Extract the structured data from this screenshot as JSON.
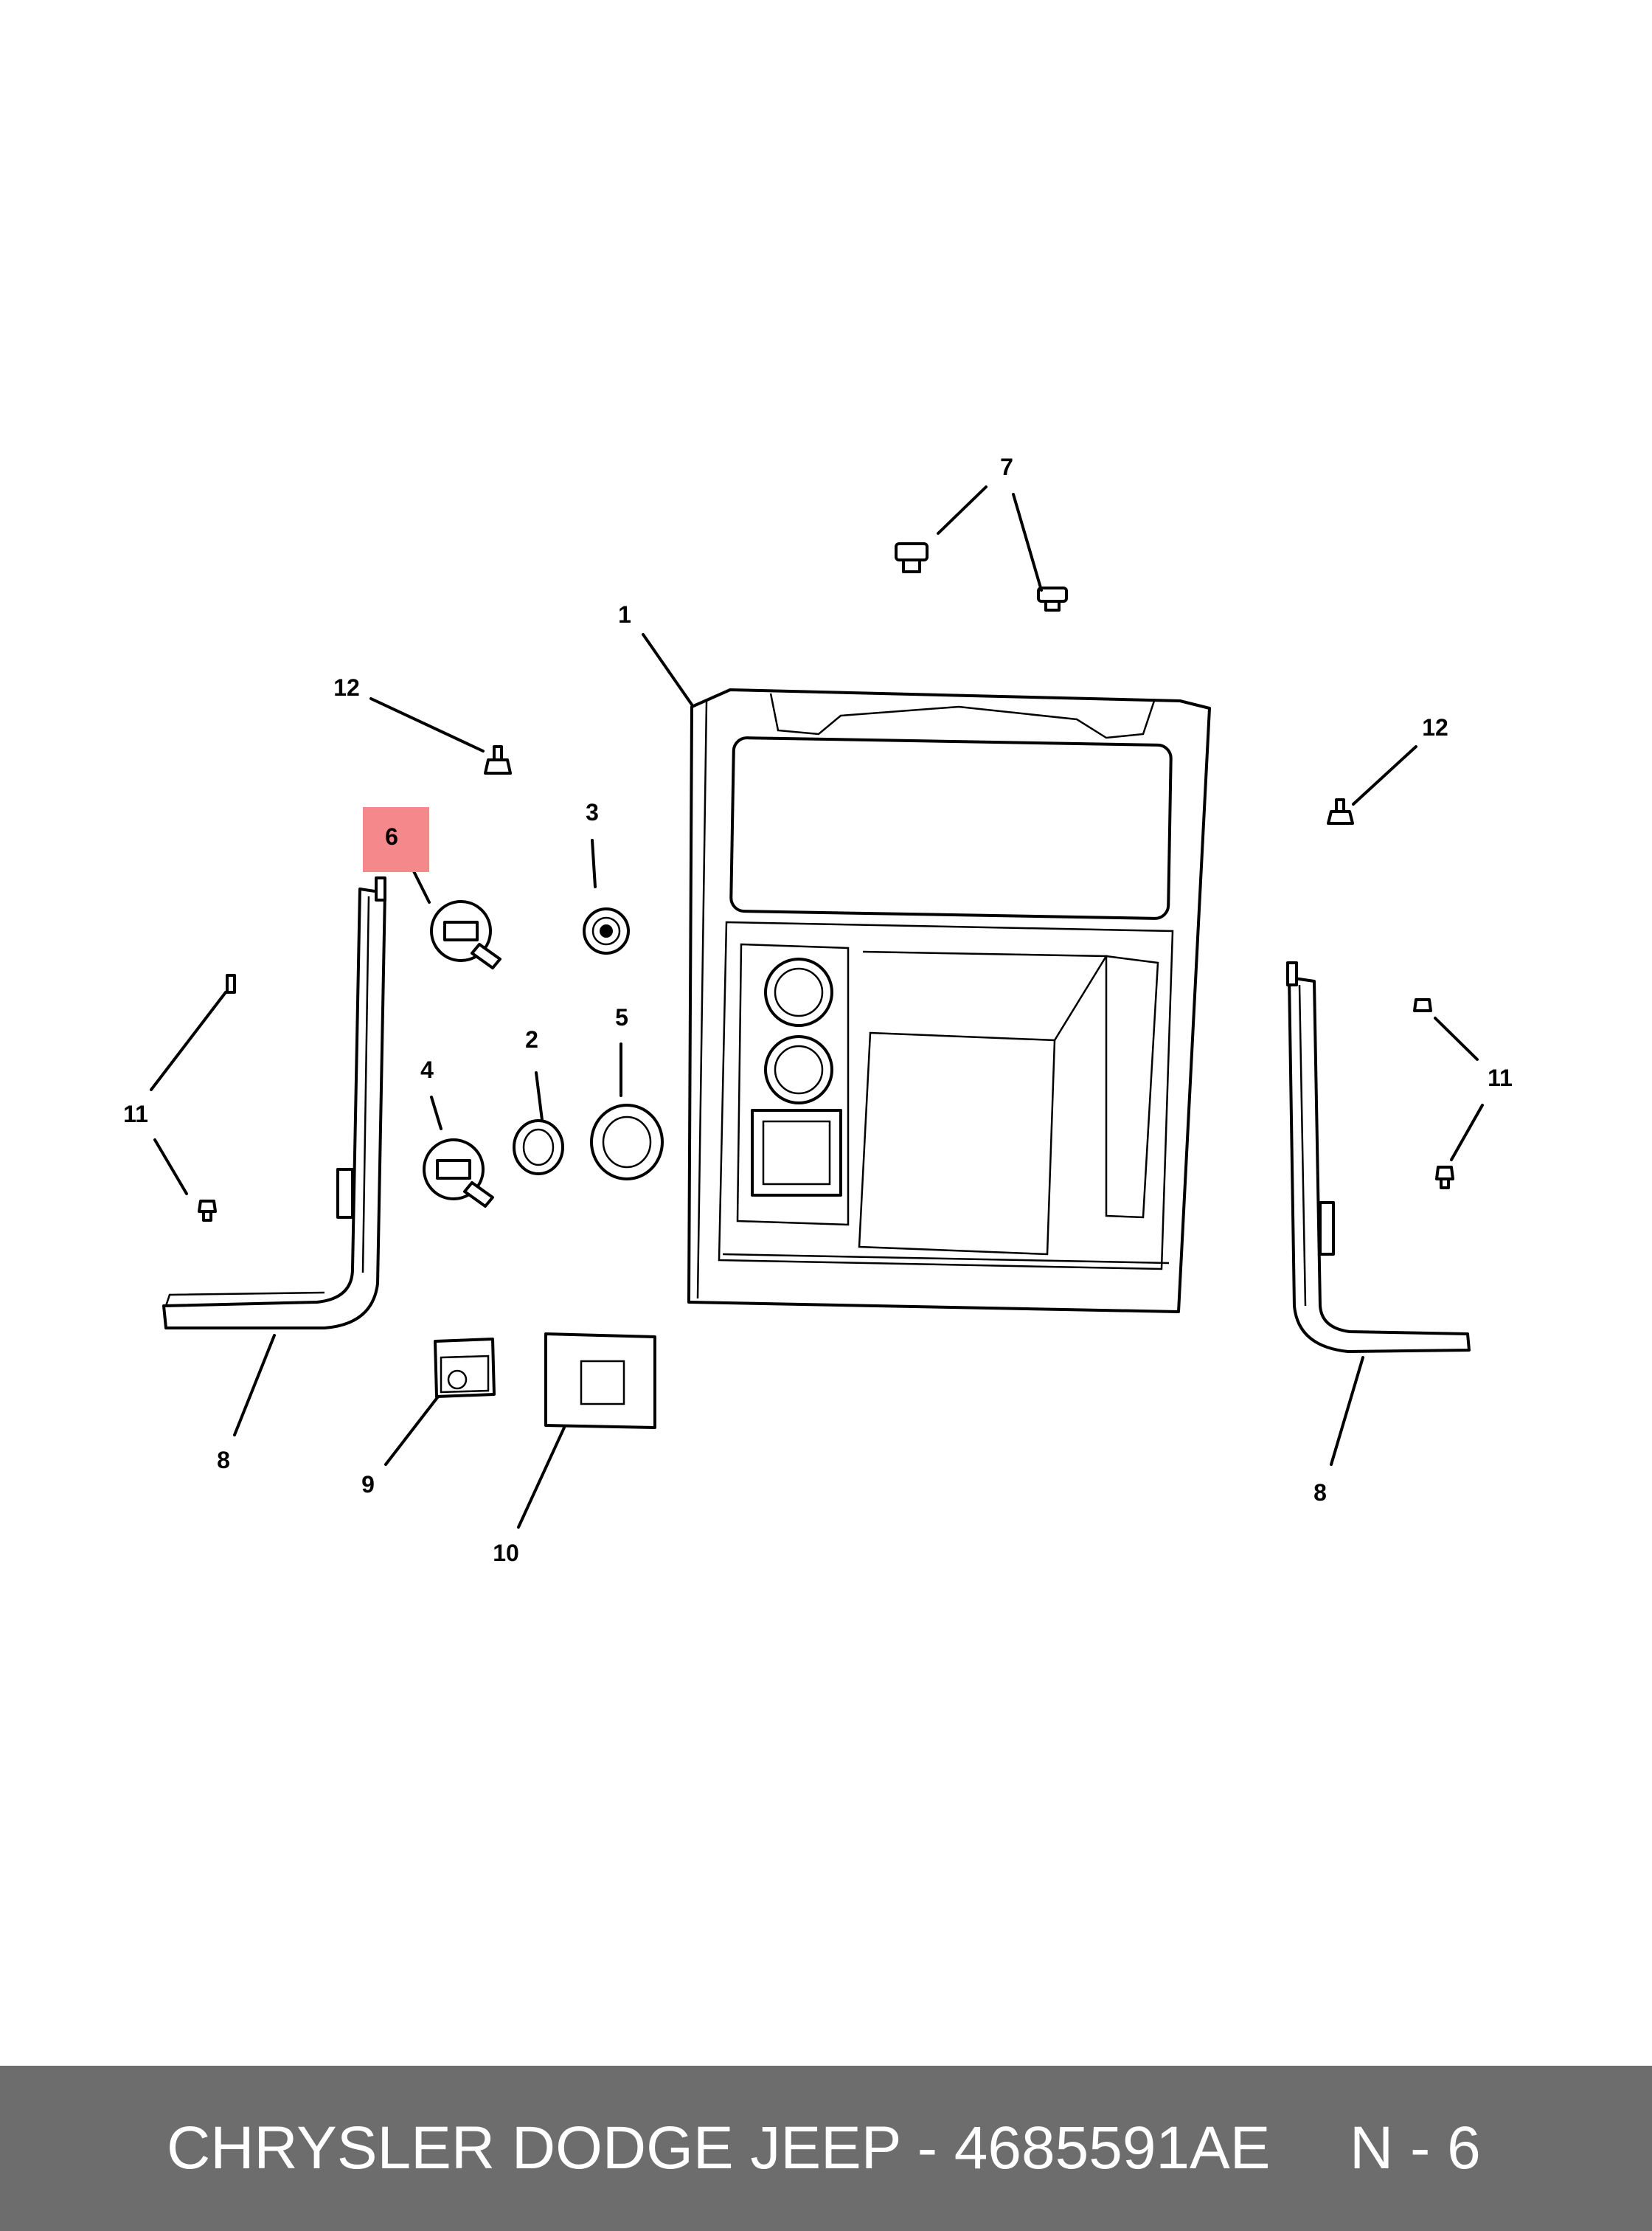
{
  "diagram": {
    "highlight_color": "#f4888b",
    "highlighted_callout": "6",
    "callouts": {
      "c1": "1",
      "c2": "2",
      "c3": "3",
      "c4": "4",
      "c5": "5",
      "c6": "6",
      "c7": "7",
      "c8a": "8",
      "c8b": "8",
      "c9": "9",
      "c10": "10",
      "c11a": "11",
      "c11b": "11",
      "c12a": "12",
      "c12b": "12"
    }
  },
  "footer": {
    "background": "#6d6d6d",
    "title": "CHRYSLER DODGE JEEP - 4685591AE",
    "ref": "N - 6"
  }
}
